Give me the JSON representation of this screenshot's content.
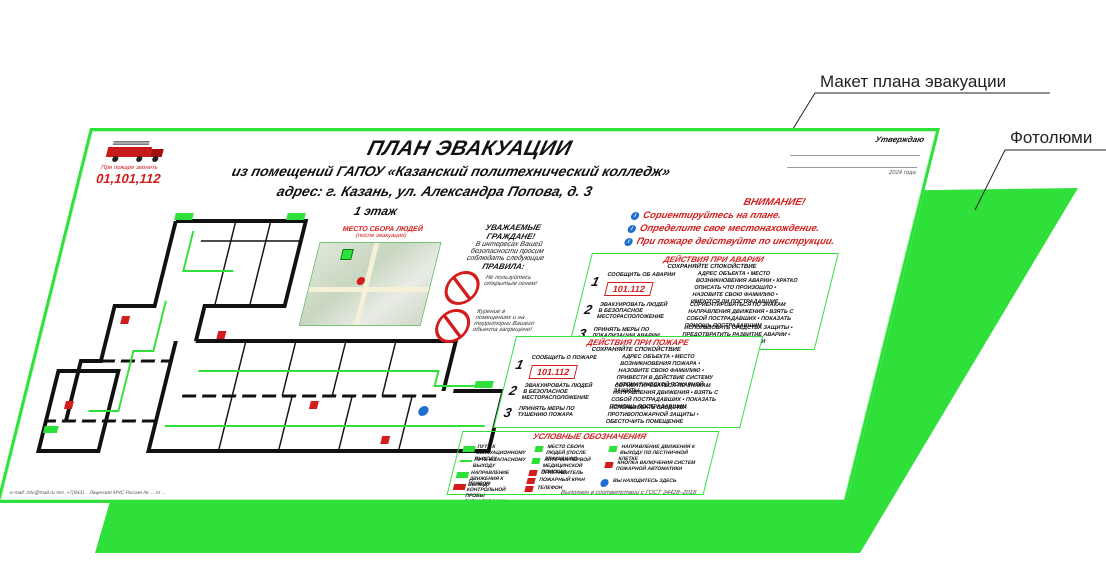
{
  "callouts": {
    "layout_label": "Макет плана эвакуации",
    "photolum_label": "Фотолюми"
  },
  "plan": {
    "fire_note": "При пожаре звонить",
    "fire_number": "01,101,112",
    "title": "ПЛАН ЭВАКУАЦИИ",
    "subtitle": "из помещений ГАПОУ «Казанский политехнический колледж»",
    "address": "адрес: г. Казань, ул. Александра Попова, д. 3",
    "floor": "1 этаж",
    "approve_label": "Утверждаю",
    "approve_year": "2024 года",
    "assembly_label": "МЕСТО СБОРА ЛЮДЕЙ",
    "assembly_sub": "(после эвакуации)",
    "citizens_heading": "УВАЖАЕМЫЕ ГРАЖДАНЕ!",
    "citizens_text": "В интересах Вашей безопасности просим соблюдать следующие",
    "citizens_rules": "ПРАВИЛА:",
    "rule_1": "Не пользуйтесь открытым огнем!",
    "rule_2": "Курение в помещениях и на территории Вашего объекта запрещено!",
    "attention_heading": "ВНИМАНИЕ!",
    "attention_items": [
      "Сориентируйтесь на плане.",
      "Определите свое местонахождение.",
      "При пожаре действуйте по инструкции."
    ],
    "accident": {
      "heading": "ДЕЙСТВИЯ ПРИ АВАРИИ",
      "sub": "СОХРАНЯЙТЕ СПОКОЙСТВИЕ",
      "step1": "СООБЩИТЬ ОБ АВАРИИ",
      "phone": "101.112",
      "step1_r": "АДРЕС ОБЪЕКТА • МЕСТО ВОЗНИКНОВЕНИЯ АВАРИИ • КРАТКО ОПИСАТЬ ЧТО ПРОИЗОШЛО • НАЗОВИТЕ СВОЮ ФАМИЛИЮ • ИМЕЮТСЯ ЛИ ПОСТРАДАВШИЕ",
      "step2": "ЭВАКУИРОВАТЬ ЛЮДЕЙ В БЕЗОПАСНОЕ МЕСТОРАСПОЛОЖЕНИЕ",
      "step2_r": "СОРИЕНТИРОВАТЬСЯ ПО ЗНАКАМ НАПРАВЛЕНИЯ ДВИЖЕНИЯ • ВЗЯТЬ С СОБОЙ ПОСТРАДАВШИХ • ПОКАЗАТЬ ПОМОЩЬ ПОСТРАДАВШИМ",
      "step3": "ПРИНЯТЬ МЕРЫ ПО ЛОКАЛИЗАЦИИ АВАРИИ",
      "step3_r": "ИСПОЛЬЗОВАТЬ СРЕДСТВА ЗАЩИТЫ • ПРЕДОТВРАТИТЬ РАЗВИТИЕ АВАРИИ • ОБОЗНАЧИТЬ МЕСТО АВАРИИ"
    },
    "fire": {
      "heading": "ДЕЙСТВИЯ ПРИ ПОЖАРЕ",
      "sub": "СОХРАНЯЙТЕ СПОКОЙСТВИЕ",
      "step1": "СООБЩИТЬ О ПОЖАРЕ",
      "phone": "101.112",
      "step1_r": "АДРЕС ОБЪЕКТА • МЕСТО ВОЗНИКНОВЕНИЯ ПОЖАРА • НАЗОВИТЕ СВОЮ ФАМИЛИЮ • ПРИВЕСТИ В ДЕЙСТВИЕ СИСТЕМУ АВТОМАТИЧЕСКОЙ ПОЖАРНОЙ ЗАЩИТЫ",
      "step2": "ЭВАКУИРОВАТЬ ЛЮДЕЙ В БЕЗОПАСНОЕ МЕСТОРАСПОЛОЖЕНИЕ",
      "step2_r": "СОРИЕНТИРОВАТЬСЯ ПО ЗНАКАМ НАПРАВЛЕНИЯ ДВИЖЕНИЯ • ВЗЯТЬ С СОБОЙ ПОСТРАДАВШИХ • ПОКАЗАТЬ ПОМОЩЬ ПОСТРАДАВШИМ",
      "step3": "ПРИНЯТЬ МЕРЫ ПО ТУШЕНИЮ ПОЖАРА",
      "step3_r": "ИСПОЛЬЗОВАТЬ СРЕДСТВА ПРОТИВОПОЖАРНОЙ ЗАЩИТЫ • ОБЕСТОЧИТЬ ПОМЕЩЕНИЕ"
    },
    "legend": {
      "heading": "УСЛОВНЫЕ ОБОЗНАЧЕНИЯ",
      "items": [
        "ПУТЬ К ЭВАКУАЦИОННОМУ ВЫХОДУ",
        "ПУТЬ К ЗАПАСНОМУ ВЫХОДУ",
        "НАПРАВЛЕНИЕ ДВИЖЕНИЯ К ВЫХОДУ",
        "ПРИБОР КОНТРОЛЬНОЙ ПРОБЫ СИГНАЛИЗАЦИИ",
        "МЕСТО СБОРА ЛЮДЕЙ (ПОСЛЕ ЭВАКУАЦИИ)",
        "АПТЕЧКА ПЕРВОЙ МЕДИЦИНСКОЙ ПОМОЩИ",
        "ОГНЕТУШИТЕЛЬ",
        "ПОЖАРНЫЙ КРАН",
        "ТЕЛЕФОН",
        "НАПРАВЛЕНИЕ ДВИЖЕНИЯ К ВЫХОДУ ПО ЛЕСТНИЧНОЙ КЛЕТКЕ",
        "КНОПКА ВКЛЮЧЕНИЯ СИСТЕМ ПОЖАРНОЙ АВТОМАТИКИ",
        "ВЫ НАХОДИТЕСЬ ЗДЕСЬ"
      ]
    },
    "footer_left": "e-mail: info@mail.ru тел. +7(843)... Лицензия МЧС России № ... от ...",
    "footer_right": "Выполнен в соответствии с ГОСТ 34428–2018"
  },
  "colors": {
    "glow_green": "#2fe03a",
    "accent_red": "#d31c1c",
    "info_blue": "#1e6fd0"
  }
}
